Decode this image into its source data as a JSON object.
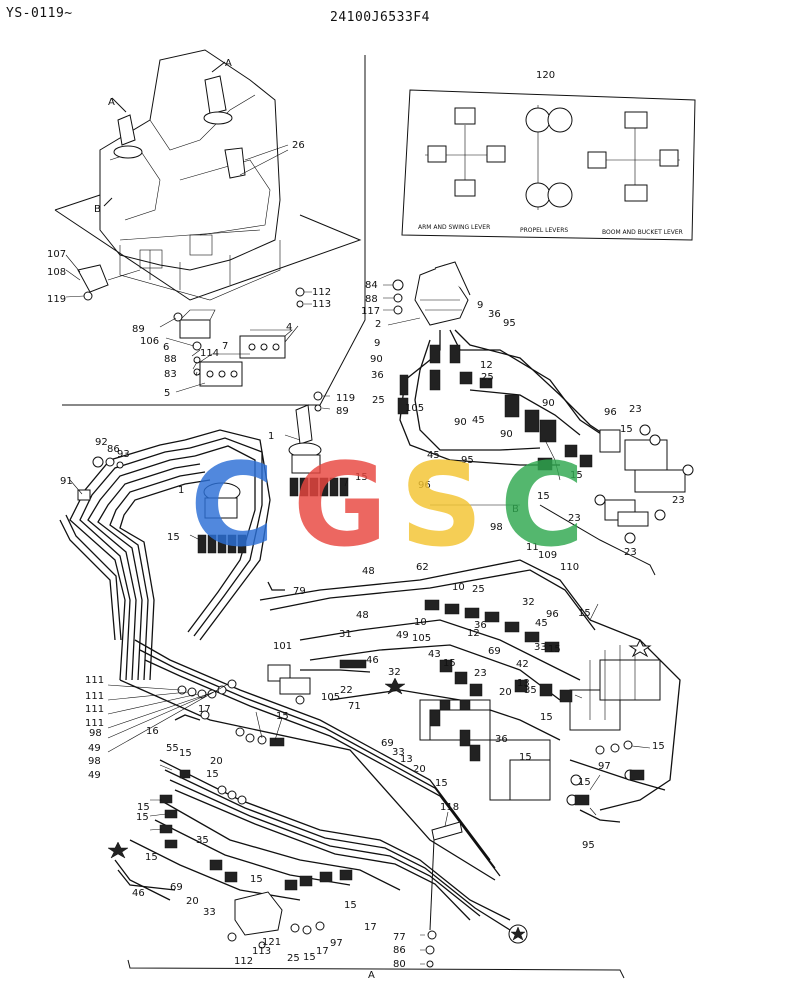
{
  "header": {
    "series_code": "YS-0119~",
    "part_number": "24100J6533F4"
  },
  "watermark": {
    "letters": [
      "C",
      "G",
      "S",
      "C"
    ],
    "colors": [
      "#2b6fd6",
      "#e8463f",
      "#f4c430",
      "#2fa84f"
    ]
  },
  "decal": {
    "ref": "120",
    "captions": [
      "ARM AND SWING LEVER",
      "PROPEL LEVERS",
      "BOOM AND BUCKET LEVER"
    ]
  },
  "view_letters": {
    "a": "A",
    "b": "B"
  },
  "callouts": [
    {
      "id": "c26",
      "text": "26"
    },
    {
      "id": "c107",
      "text": "107"
    },
    {
      "id": "c108",
      "text": "108"
    },
    {
      "id": "c119a",
      "text": "119"
    },
    {
      "id": "c112a",
      "text": "112"
    },
    {
      "id": "c113a",
      "text": "113"
    },
    {
      "id": "c89a",
      "text": "89"
    },
    {
      "id": "c106",
      "text": "106"
    },
    {
      "id": "c6",
      "text": "6"
    },
    {
      "id": "c7",
      "text": "7"
    },
    {
      "id": "c114",
      "text": "114"
    },
    {
      "id": "c88a",
      "text": "88"
    },
    {
      "id": "c83",
      "text": "83"
    },
    {
      "id": "c5",
      "text": "5"
    },
    {
      "id": "c4",
      "text": "4"
    },
    {
      "id": "c84",
      "text": "84"
    },
    {
      "id": "c88b",
      "text": "88"
    },
    {
      "id": "c117",
      "text": "117"
    },
    {
      "id": "c2",
      "text": "2"
    },
    {
      "id": "c9a",
      "text": "9"
    },
    {
      "id": "c36a",
      "text": "36"
    },
    {
      "id": "c95a",
      "text": "95"
    },
    {
      "id": "c9b",
      "text": "9"
    },
    {
      "id": "c90a",
      "text": "90"
    },
    {
      "id": "c36b",
      "text": "36"
    },
    {
      "id": "c12a",
      "text": "12"
    },
    {
      "id": "c25a",
      "text": "25"
    },
    {
      "id": "c25b",
      "text": "25"
    },
    {
      "id": "c105a",
      "text": "105"
    },
    {
      "id": "c90b",
      "text": "90"
    },
    {
      "id": "c45a",
      "text": "45"
    },
    {
      "id": "c90c",
      "text": "90"
    },
    {
      "id": "c90d",
      "text": "90"
    },
    {
      "id": "c96a",
      "text": "96"
    },
    {
      "id": "c23a",
      "text": "23"
    },
    {
      "id": "c15a",
      "text": "15"
    },
    {
      "id": "c23b",
      "text": "23"
    },
    {
      "id": "c23c",
      "text": "23"
    },
    {
      "id": "c23d",
      "text": "23"
    },
    {
      "id": "c15b",
      "text": "15"
    },
    {
      "id": "c15c",
      "text": "15"
    },
    {
      "id": "c45b",
      "text": "45"
    },
    {
      "id": "c95b",
      "text": "95"
    },
    {
      "id": "c96b",
      "text": "96"
    },
    {
      "id": "c119b",
      "text": "119"
    },
    {
      "id": "c89b",
      "text": "89"
    },
    {
      "id": "c1a",
      "text": "1"
    },
    {
      "id": "c92",
      "text": "92"
    },
    {
      "id": "c86a",
      "text": "86"
    },
    {
      "id": "c93",
      "text": "93"
    },
    {
      "id": "c91",
      "text": "91"
    },
    {
      "id": "c1b",
      "text": "1"
    },
    {
      "id": "c15d",
      "text": "15"
    },
    {
      "id": "c15e",
      "text": "15"
    },
    {
      "id": "c98a",
      "text": "98"
    },
    {
      "id": "c11",
      "text": "11"
    },
    {
      "id": "c109",
      "text": "109"
    },
    {
      "id": "c110",
      "text": "110"
    },
    {
      "id": "c62",
      "text": "62"
    },
    {
      "id": "c48a",
      "text": "48"
    },
    {
      "id": "c79",
      "text": "79"
    },
    {
      "id": "c10a",
      "text": "10"
    },
    {
      "id": "c25c",
      "text": "25"
    },
    {
      "id": "c48b",
      "text": "48"
    },
    {
      "id": "c32a",
      "text": "32"
    },
    {
      "id": "c96c",
      "text": "96"
    },
    {
      "id": "c45c",
      "text": "45"
    },
    {
      "id": "c15f",
      "text": "15"
    },
    {
      "id": "c10b",
      "text": "10"
    },
    {
      "id": "c36c",
      "text": "36"
    },
    {
      "id": "c105b",
      "text": "105"
    },
    {
      "id": "c12b",
      "text": "12"
    },
    {
      "id": "c31",
      "text": "31"
    },
    {
      "id": "c49a",
      "text": "49"
    },
    {
      "id": "c69a",
      "text": "69"
    },
    {
      "id": "c33a",
      "text": "33"
    },
    {
      "id": "c15g",
      "text": "15"
    },
    {
      "id": "c101",
      "text": "101"
    },
    {
      "id": "c46a",
      "text": "46"
    },
    {
      "id": "c43",
      "text": "43"
    },
    {
      "id": "c15h",
      "text": "15"
    },
    {
      "id": "c23e",
      "text": "23"
    },
    {
      "id": "c32b",
      "text": "32"
    },
    {
      "id": "c42",
      "text": "42"
    },
    {
      "id": "c13a",
      "text": "13"
    },
    {
      "id": "c22",
      "text": "22"
    },
    {
      "id": "c105c",
      "text": "105"
    },
    {
      "id": "c71",
      "text": "71"
    },
    {
      "id": "c35a",
      "text": "35"
    },
    {
      "id": "c20a",
      "text": "20"
    },
    {
      "id": "c15i",
      "text": "15"
    },
    {
      "id": "c69b",
      "text": "69"
    },
    {
      "id": "c33b",
      "text": "33"
    },
    {
      "id": "c13b",
      "text": "13"
    },
    {
      "id": "c20b",
      "text": "20"
    },
    {
      "id": "c36d",
      "text": "36"
    },
    {
      "id": "c15j",
      "text": "15"
    },
    {
      "id": "c15k",
      "text": "15"
    },
    {
      "id": "c15l",
      "text": "15"
    },
    {
      "id": "c97a",
      "text": "97"
    },
    {
      "id": "c15m",
      "text": "15"
    },
    {
      "id": "c95c",
      "text": "95"
    },
    {
      "id": "c111a",
      "text": "111"
    },
    {
      "id": "c111b",
      "text": "111"
    },
    {
      "id": "c111c",
      "text": "111"
    },
    {
      "id": "c111d",
      "text": "111"
    },
    {
      "id": "c98b",
      "text": "98"
    },
    {
      "id": "c49b",
      "text": "49"
    },
    {
      "id": "c98c",
      "text": "98"
    },
    {
      "id": "c49c",
      "text": "49"
    },
    {
      "id": "c17a",
      "text": "17"
    },
    {
      "id": "c16",
      "text": "16"
    },
    {
      "id": "c15n",
      "text": "15"
    },
    {
      "id": "c55",
      "text": "55"
    },
    {
      "id": "c15o",
      "text": "15"
    },
    {
      "id": "c20c",
      "text": "20"
    },
    {
      "id": "c15p",
      "text": "15"
    },
    {
      "id": "c15q",
      "text": "15"
    },
    {
      "id": "c15r",
      "text": "15"
    },
    {
      "id": "c35b",
      "text": "35"
    },
    {
      "id": "c15s",
      "text": "15"
    },
    {
      "id": "c46b",
      "text": "46"
    },
    {
      "id": "c69c",
      "text": "69"
    },
    {
      "id": "c20d",
      "text": "20"
    },
    {
      "id": "c33c",
      "text": "33"
    },
    {
      "id": "c15t",
      "text": "15"
    },
    {
      "id": "c118",
      "text": "118"
    },
    {
      "id": "c15u",
      "text": "15"
    },
    {
      "id": "c17b",
      "text": "17"
    },
    {
      "id": "c121",
      "text": "121"
    },
    {
      "id": "c112b",
      "text": "112"
    },
    {
      "id": "c113b",
      "text": "113"
    },
    {
      "id": "c25d",
      "text": "25"
    },
    {
      "id": "c15v",
      "text": "15"
    },
    {
      "id": "c17c",
      "text": "17"
    },
    {
      "id": "c97b",
      "text": "97"
    },
    {
      "id": "c77",
      "text": "77"
    },
    {
      "id": "c86b",
      "text": "86"
    },
    {
      "id": "c80",
      "text": "80"
    }
  ]
}
